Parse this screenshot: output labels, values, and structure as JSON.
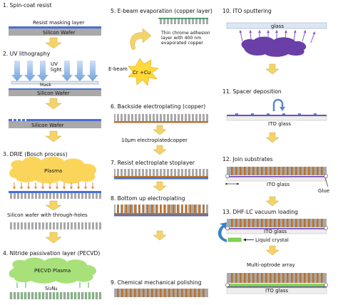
{
  "colors": {
    "wafer": "#a9a9a9",
    "resist_blue": "#4a6fd0",
    "light_blue": "#a8c8ec",
    "copper": "#b9722e",
    "copper_dark": "#8a4d18",
    "plasma_yellow": "#fbd55a",
    "pecvd_green": "#a8e07a",
    "chrome_green": "#2e8b57",
    "ito_purple": "#6a3fa8",
    "spacer_blue": "#5a86d8",
    "arrow_yellow": "#f4d469",
    "glass": "#eeeeee",
    "liquid_crystal": "#7fd64f",
    "sputter_arrow": "#8a54c8",
    "loading_arrow": "#3b82c4"
  },
  "column1": {
    "s1": {
      "title": "1.  Spin-coat resist",
      "layer_label": "Resist masking layer",
      "wafer_label": "Silicon Wafer"
    },
    "s2": {
      "title": "2. UV lithography",
      "uv_label": "UV\nlight",
      "mask_label": "Mask",
      "wafer_label": "Silicon Wafer"
    },
    "s2b": {
      "wafer_label": "Silicon Wafer"
    },
    "s3": {
      "title": "3. DRIE (Bosch process)",
      "plasma_label": "Plasma"
    },
    "s3b": {
      "label": "Silicon wafer with through-holes"
    },
    "s4": {
      "title": "4. Nitride passivation layer (PECVD)",
      "plasma_label": "PECVD Plasma",
      "film_label": "Si₃N₄"
    }
  },
  "column2": {
    "s5": {
      "title": "5. E-beam evaporation (copper layer)",
      "ebeam_label": "E-beam",
      "source_label": "Cr +Cu",
      "note": "Thin chrome adhesion\nlayer with 400 nm\nevaporated copper"
    },
    "s6": {
      "title": "6. Backside electroplating (copper)",
      "note": "10μm electroplatedcopper"
    },
    "s7": {
      "title": "7. Resist electroplate stoplayer"
    },
    "s8": {
      "title": "8. Bottom up electroplating"
    },
    "s9": {
      "title": "9. Chemical mechanical polishing"
    }
  },
  "column3": {
    "s10": {
      "title": "10. ITO sputtering",
      "glass_label": "glass"
    },
    "s11": {
      "title": "11. Spacer deposition",
      "glass_label": "ITO glass"
    },
    "s12": {
      "title": "12. Join substrates",
      "glass_label": "ITO glass",
      "glue_label": "Glue"
    },
    "s13": {
      "title": "13. DHF-LC vacuum loading",
      "glass_label": "ITO glass",
      "lc_label": "Liquid crystal"
    },
    "final": {
      "title": "Multi-optrode array",
      "glass_label": "ITO glass"
    }
  },
  "icons": [
    "down-arrow-icon",
    "uv-arrow-icon",
    "plasma-cloud-icon",
    "explosion-icon",
    "curved-arrow-icon",
    "sputter-arrow-icon"
  ]
}
